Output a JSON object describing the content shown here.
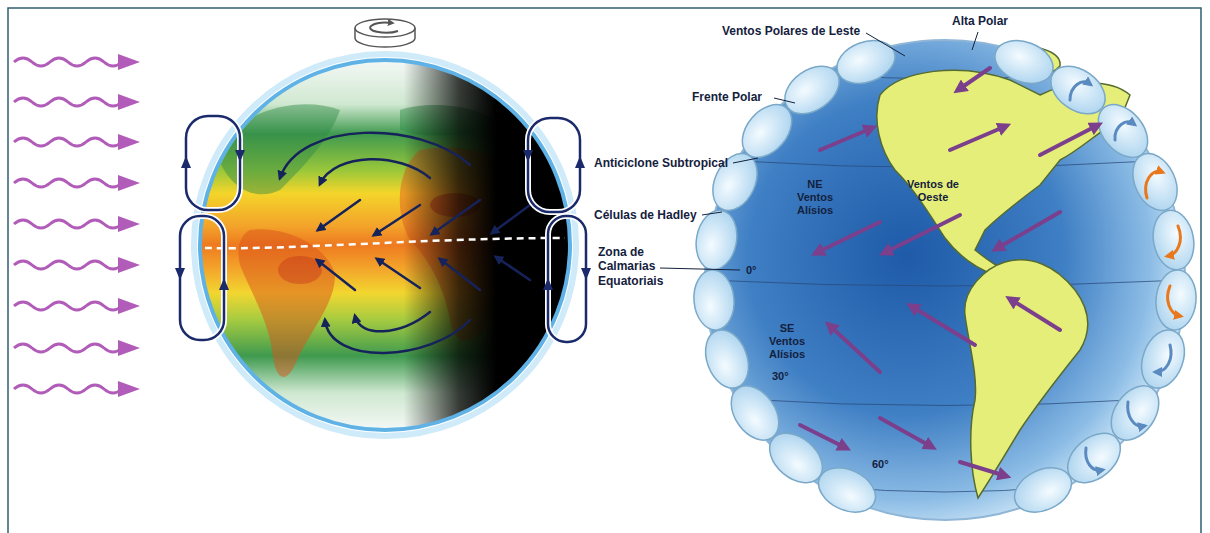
{
  "diagram": {
    "labels": [
      "Alta Polar",
      "Ventos Polares de Leste",
      "Frente Polar",
      "Anticiclone Subtropical",
      "Ventos de Oeste",
      "NE Ventos Alísios",
      "Células de Hadley",
      "Zona de Calmarias Equatoriais",
      "0°",
      "SE Ventos Alísios",
      "30°",
      "60°"
    ]
  }
}
